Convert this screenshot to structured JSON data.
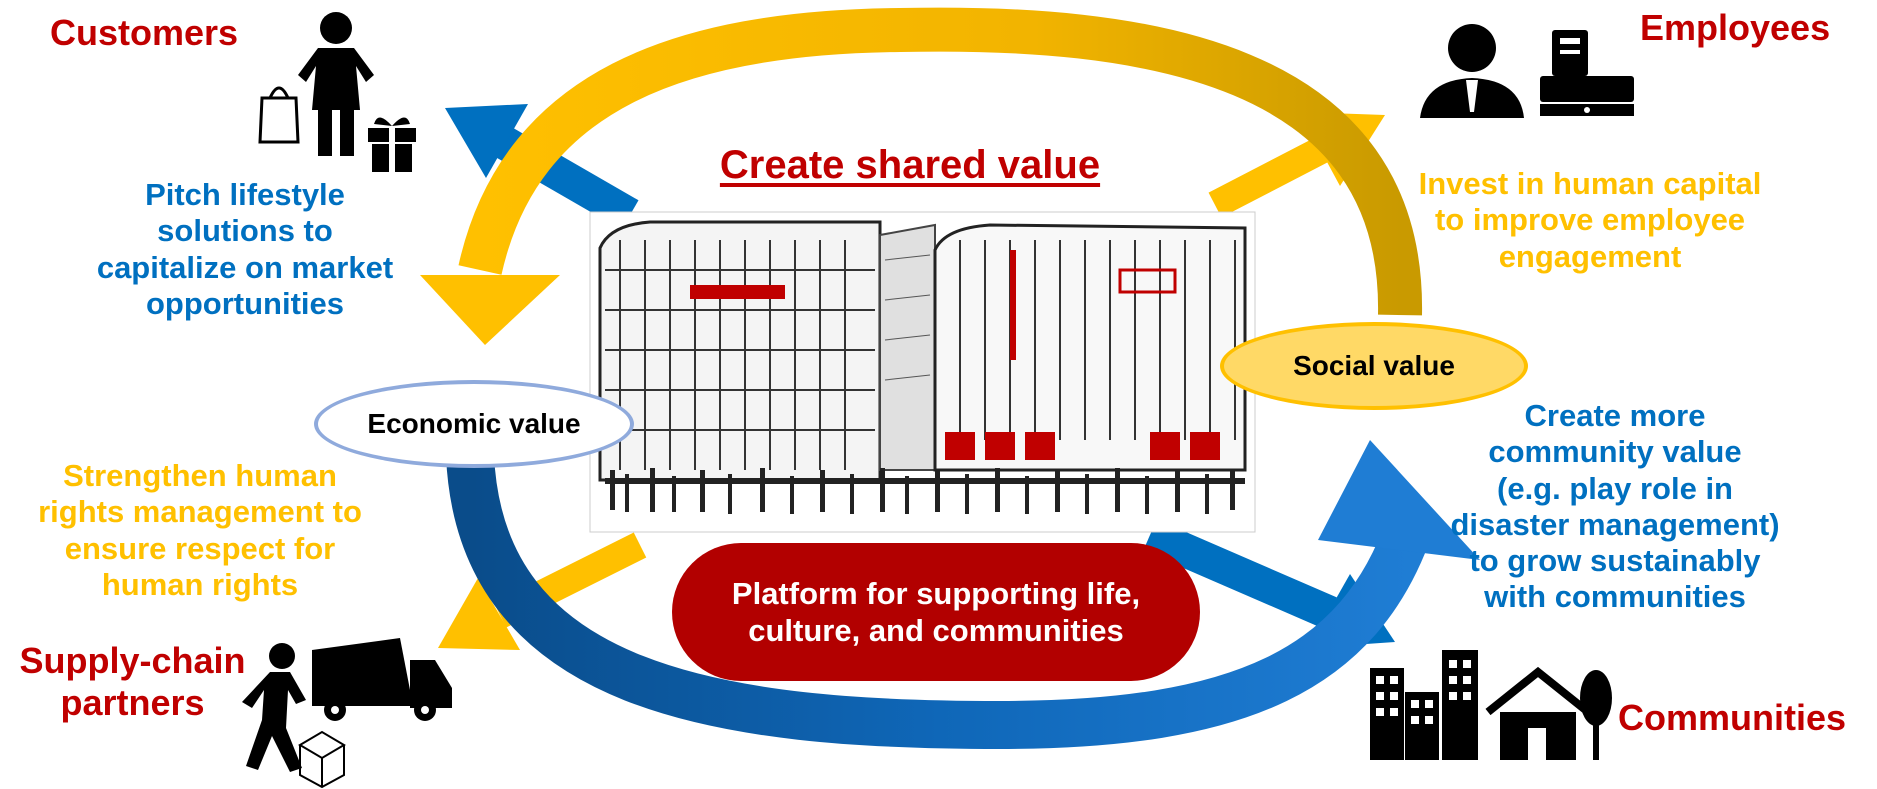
{
  "title": "Create shared value",
  "center": {
    "platform": "Platform for supporting life, culture, and communities"
  },
  "ovals": {
    "economic": "Economic value",
    "social": "Social value"
  },
  "stakeholders": {
    "customers": "Customers",
    "employees": "Employees",
    "suppliers": [
      "Supply-chain",
      "partners"
    ],
    "communities": "Communities"
  },
  "actions": {
    "customers": [
      "Pitch lifestyle",
      "solutions to",
      "capitalize on market",
      "opportunities"
    ],
    "employees": [
      "Invest in human capital",
      "to improve employee",
      "engagement"
    ],
    "suppliers": [
      "Strengthen human",
      "rights management to",
      "ensure respect for",
      "human rights"
    ],
    "communities": [
      "Create more",
      "community value",
      "(e.g. play role in",
      "disaster management)",
      "to grow sustainably",
      "with communities"
    ]
  },
  "icons": [
    "woman-shopper-icon",
    "shopping-bag-icon",
    "gift-icon",
    "businessman-icon",
    "cash-register-icon",
    "walking-person-icon",
    "dump-truck-icon",
    "box-icon",
    "city-buildings-icon",
    "house-icon",
    "tree-icon",
    "department-store-illustration"
  ],
  "colors": {
    "red": "#C00000",
    "blue": "#0070C0",
    "gold": "#FFC000",
    "platform": "#B20000"
  }
}
